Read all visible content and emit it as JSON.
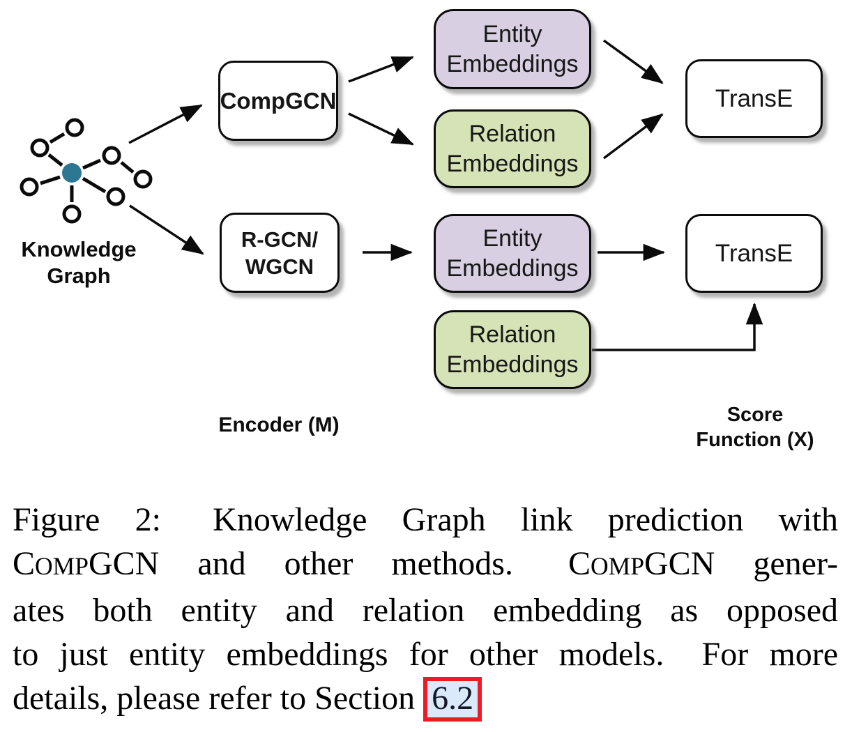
{
  "figure": {
    "kg_label": {
      "line1": "Knowledge",
      "line2": "Graph"
    },
    "encoder_label": "Encoder (M)",
    "score_label": {
      "line1": "Score",
      "line2": "Function (X)"
    },
    "nodes": {
      "compgcn": {
        "label": "CompGCN"
      },
      "rgcn": {
        "line1": "R-GCN/",
        "line2": "WGCN"
      },
      "entity_top": {
        "line1": "Entity",
        "line2": "Embeddings"
      },
      "relation_top": {
        "line1": "Relation",
        "line2": "Embeddings"
      },
      "entity_bottom": {
        "line1": "Entity",
        "line2": "Embeddings"
      },
      "relation_bottom": {
        "line1": "Relation",
        "line2": "Embeddings"
      },
      "transe_top": {
        "label": "TransE"
      },
      "transe_bottom": {
        "label": "TransE"
      }
    },
    "colors": {
      "entity_box": "#d8d0e2",
      "relation_box": "#d6e3b6",
      "plain_box": "#ffffff",
      "kg_center_node": "#2e7792",
      "diagram_stroke": "#0b0b0b",
      "link_border": "#ed1c24",
      "link_fill": "#dbeafb"
    }
  },
  "caption": {
    "lines": [
      {
        "justify": true,
        "segments": [
          {
            "text": "Figure 2:  Knowledge Graph link prediction with"
          }
        ]
      },
      {
        "justify": true,
        "segments": [
          {
            "text": "C"
          },
          {
            "text": "OMP",
            "smallcaps": true
          },
          {
            "text": "GCN and other methods.  "
          },
          {
            "text": "C"
          },
          {
            "text": "OMP",
            "smallcaps": true
          },
          {
            "text": "GCN gener-"
          }
        ]
      },
      {
        "justify": true,
        "segments": [
          {
            "text": "ates both entity and relation embedding as opposed"
          }
        ]
      },
      {
        "justify": true,
        "segments": [
          {
            "text": "to just entity embeddings for other models.  For more"
          }
        ]
      },
      {
        "justify": false,
        "segments": [
          {
            "text": "details, please refer to Section "
          },
          {
            "text": "6.2",
            "link": true
          }
        ]
      }
    ]
  }
}
